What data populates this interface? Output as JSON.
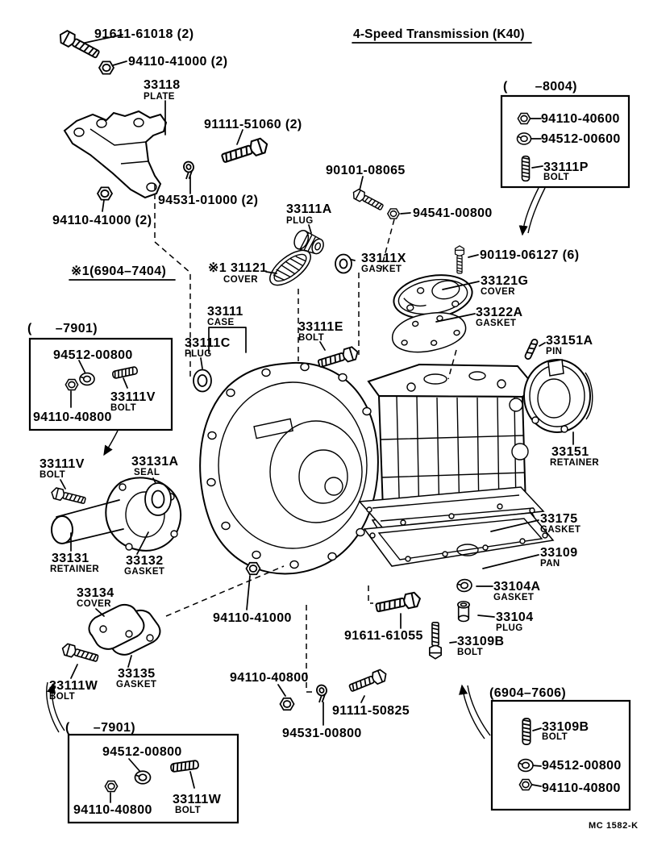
{
  "title": "4-Speed Transmission (K40)",
  "note_marker": "※1(6904–7404)",
  "footer_code": "MC 1582-K",
  "colors": {
    "ink": "#000000",
    "paper": "#ffffff"
  },
  "parts": {
    "bolt_91611_61018": {
      "num": "91611-61018 (2)"
    },
    "nut_94110_41000_top": {
      "num": "94110-41000 (2)"
    },
    "plate_33118": {
      "num": "33118",
      "sub": "PLATE"
    },
    "bolt_91111_51060": {
      "num": "91111-51060 (2)"
    },
    "screw_94531_01000": {
      "num": "94531-01000 (2)"
    },
    "nut_94110_41000_left": {
      "num": "94110-41000 (2)"
    },
    "bolt_90101_08065": {
      "num": "90101-08065"
    },
    "plug_33111A": {
      "num": "33111A",
      "sub": "PLUG"
    },
    "nut_94541_00800": {
      "num": "94541-00800"
    },
    "cover_31121": {
      "num": "※1 31121",
      "sub": "COVER"
    },
    "case_33111": {
      "num": "33111",
      "sub": "CASE"
    },
    "plug_33111C": {
      "num": "33111C",
      "sub": "PLUG"
    },
    "bolt_33111E": {
      "num": "33111E",
      "sub": "BOLT"
    },
    "gasket_33111X": {
      "num": "33111X",
      "sub": "GASKET"
    },
    "bolt_90119_06127": {
      "num": "90119-06127 (6)"
    },
    "cover_33121G": {
      "num": "33121G",
      "sub": "COVER"
    },
    "gasket_33122A": {
      "num": "33122A",
      "sub": "GASKET"
    },
    "pin_33151A": {
      "num": "33151A",
      "sub": "PIN"
    },
    "retainer_33151": {
      "num": "33151",
      "sub": "RETAINER"
    },
    "bolt_33111V": {
      "num": "33111V",
      "sub": "BOLT"
    },
    "seal_33131A": {
      "num": "33131A",
      "sub": "SEAL"
    },
    "retainer_33131": {
      "num": "33131",
      "sub": "RETAINER"
    },
    "gasket_33132": {
      "num": "33132",
      "sub": "GASKET"
    },
    "cover_33134": {
      "num": "33134",
      "sub": "COVER"
    },
    "gasket_33135": {
      "num": "33135",
      "sub": "GASKET"
    },
    "bolt_33111W": {
      "num": "33111W",
      "sub": "BOLT"
    },
    "nut_94110_41000_bottom": {
      "num": "94110-41000"
    },
    "bolt_91611_61055": {
      "num": "91611-61055"
    },
    "nut_94110_40800_mid": {
      "num": "94110-40800"
    },
    "bolt_91111_50825": {
      "num": "91111-50825"
    },
    "screw_94531_00800": {
      "num": "94531-00800"
    },
    "gasket_33175": {
      "num": "33175",
      "sub": "GASKET"
    },
    "pan_33109": {
      "num": "33109",
      "sub": "PAN"
    },
    "gasket_33104A": {
      "num": "33104A",
      "sub": "GASKET"
    },
    "plug_33104": {
      "num": "33104",
      "sub": "PLUG"
    },
    "bolt_33109B_main": {
      "num": "33109B",
      "sub": "BOLT"
    }
  },
  "boxes": {
    "top_right": {
      "header": "(       –8004)",
      "items": [
        {
          "num": "94110-40600"
        },
        {
          "num": "94512-00600"
        },
        {
          "num": "33111P",
          "sub": "BOLT"
        }
      ]
    },
    "left": {
      "header": "(      –7901)",
      "items": [
        {
          "num": "94512-00800"
        },
        {
          "num": "33111V",
          "sub": "BOLT"
        },
        {
          "num": "94110-40800"
        }
      ]
    },
    "bottom_left": {
      "header": "(      –7901)",
      "items": [
        {
          "num": "94512-00800"
        },
        {
          "num": "33111W",
          "sub": "BOLT"
        },
        {
          "num": "94110-40800"
        }
      ]
    },
    "bottom_right": {
      "header": "(6904–7606)",
      "items": [
        {
          "num": "33109B",
          "sub": "BOLT"
        },
        {
          "num": "94512-00800"
        },
        {
          "num": "94110-40800"
        }
      ]
    }
  }
}
